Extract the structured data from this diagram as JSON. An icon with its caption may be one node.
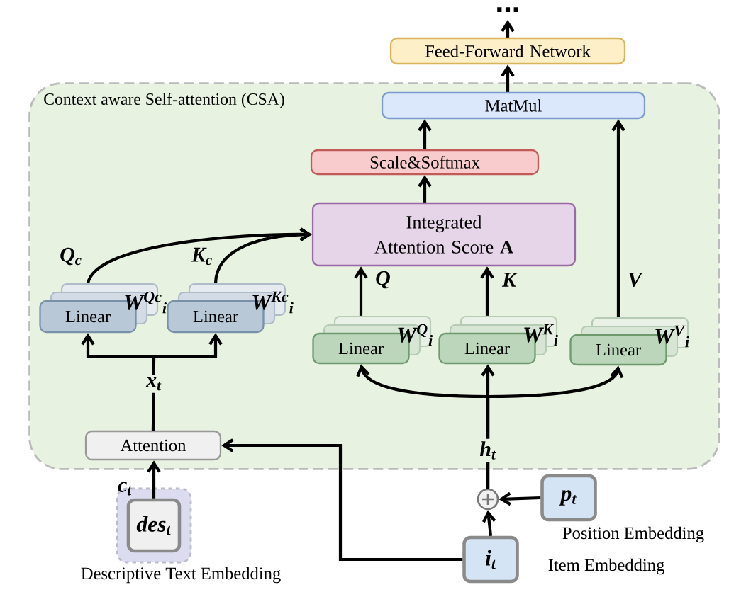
{
  "diagram": {
    "nodes": [
      {
        "text": [
          "Context aware Self-attention (CSA)"
        ]
      },
      {
        "text": [
          "Feed-Forward Network"
        ]
      },
      {
        "text": [
          "MatMul"
        ],
        "in": 0
      },
      {
        "text": [
          "Scale&Softmax"
        ],
        "in": 0
      },
      {
        "text": [
          "Integrated Attention Score **A**"
        ],
        "in": 0
      },
      {
        "text": [
          "Linear",
          "W$^{Qc}$$_{i}$"
        ],
        "in": 0
      },
      {
        "text": [
          "Linear",
          "W$^{Kc}$$_{i}$"
        ],
        "in": 0
      },
      {
        "text": [
          "Linear",
          "W$^{Q}$$_{i}$"
        ],
        "in": 0
      },
      {
        "text": [
          "Linear",
          "W$^{K}$$_{i}$"
        ],
        "in": 0
      },
      {
        "text": [
          "Linear",
          "W$^{V}$$_{i}$"
        ],
        "in": 0
      },
      {
        "text": [
          "Attention"
        ],
        "in": 0
      },
      {
        "text": [
          "des$_{t}$"
        ],
        "beside": [
          "Descriptive Text Embedding"
        ]
      },
      {
        "text": [],
        "shape": "circle"
      },
      {
        "text": [
          "p$_{t}$"
        ],
        "beside": [
          "Position Embedding"
        ]
      },
      {
        "text": [
          "i$_{t}$"
        ],
        "beside": [
          "Item Embedding"
        ]
      },
      {
        "text": [
          "⋯"
        ]
      }
    ],
    "edges": [
      {
        "from": 1,
        "to": 15,
        "arrow": "to"
      },
      {
        "from": 2,
        "to": 1,
        "arrow": "to"
      },
      {
        "from": 3,
        "to": 2,
        "arrow": "to"
      },
      {
        "from": 4,
        "to": 3,
        "arrow": "to"
      },
      {
        "from": 5,
        "to": 4,
        "arrow": "to",
        "label": "Q$_{c}$"
      },
      {
        "from": 6,
        "to": 4,
        "arrow": "to",
        "label": "K$_{c}$"
      },
      {
        "from": 7,
        "to": 4,
        "arrow": "to",
        "label": "Q"
      },
      {
        "from": 8,
        "to": 4,
        "arrow": "to",
        "label": "K"
      },
      {
        "from": 9,
        "to": 2,
        "arrow": "to",
        "label": "V"
      },
      {
        "from": 10,
        "to": 5,
        "arrow": "to",
        "label": "x$_{t}$"
      },
      {
        "from": 10,
        "to": 6,
        "arrow": "to"
      },
      {
        "from": 12,
        "to": 7,
        "arrow": "to"
      },
      {
        "from": 12,
        "to": 8,
        "arrow": "to",
        "label": "h$_{t}$"
      },
      {
        "from": 12,
        "to": 9,
        "arrow": "to"
      },
      {
        "from": 14,
        "to": 12,
        "arrow": "to"
      },
      {
        "from": 13,
        "to": 12,
        "arrow": "to"
      },
      {
        "from": 14,
        "to": 10,
        "arrow": "to"
      },
      {
        "from": 11,
        "to": 10,
        "arrow": "to",
        "label": "c$_{t}$"
      }
    ]
  }
}
